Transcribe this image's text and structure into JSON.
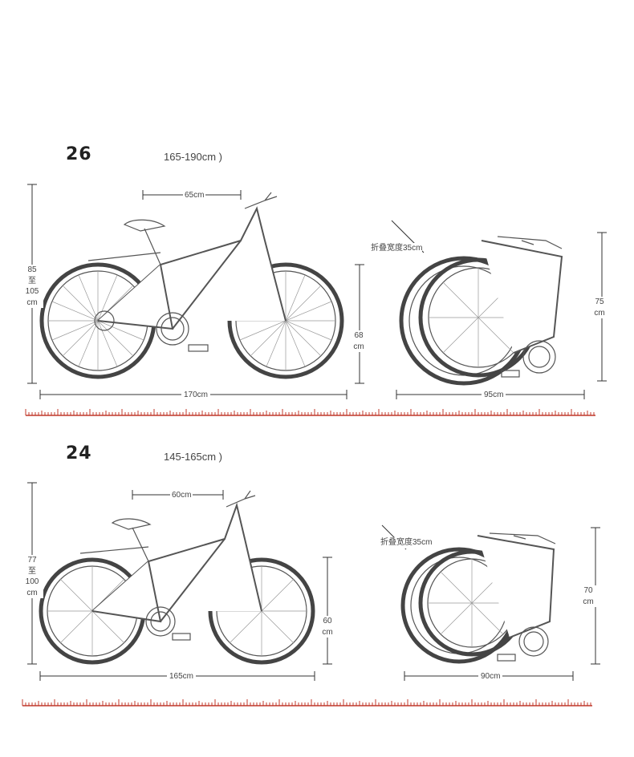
{
  "sections": [
    {
      "size": "26",
      "rider_range": "165-190cm )",
      "open": {
        "top_length": "65cm",
        "height_label": [
          "85",
          "至",
          "105",
          "cm"
        ],
        "wheel_height": [
          "68",
          "cm"
        ],
        "total_length": "170cm"
      },
      "folded": {
        "fold_width": "折叠宽度35cm",
        "height": [
          "75",
          "cm"
        ],
        "length": "95cm"
      }
    },
    {
      "size": "24",
      "rider_range": "145-165cm )",
      "open": {
        "top_length": "60cm",
        "height_label": [
          "77",
          "至",
          "100",
          "cm"
        ],
        "wheel_height": [
          "60",
          "cm"
        ],
        "total_length": "165cm"
      },
      "folded": {
        "fold_width": "折叠宽度35cm",
        "height": [
          "70",
          "cm"
        ],
        "length": "90cm"
      }
    }
  ],
  "ruler_color": "#c0392b"
}
